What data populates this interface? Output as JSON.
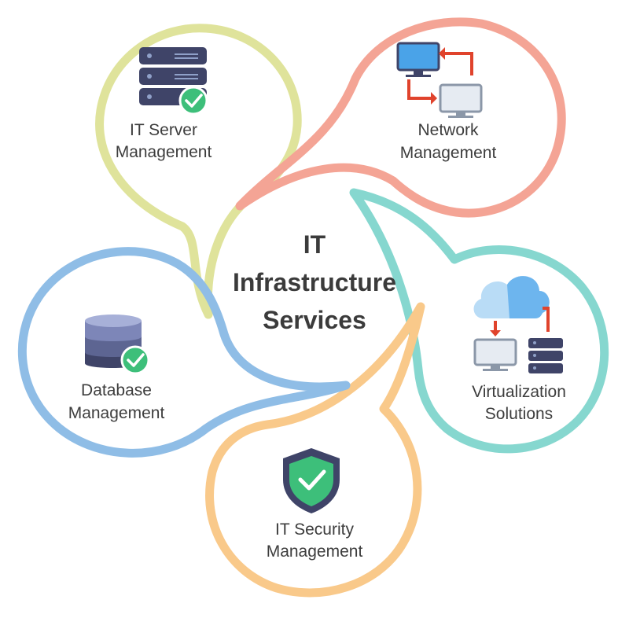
{
  "center": {
    "line1": "IT",
    "line2": "Infrastructure",
    "line3": "Services"
  },
  "nodes": {
    "server": {
      "line1": "IT Server",
      "line2": "Management",
      "color": "#dfe39b",
      "icon": "server-rack-icon"
    },
    "network": {
      "line1": "Network",
      "line2": "Management",
      "color": "#f4a495",
      "icon": "network-computers-icon"
    },
    "virtualization": {
      "line1": "Virtualization",
      "line2": "Solutions",
      "color": "#86d7cf",
      "icon": "cloud-virtualization-icon"
    },
    "security": {
      "line1": "IT Security",
      "line2": "Management",
      "color": "#f9c98a",
      "icon": "shield-check-icon"
    },
    "database": {
      "line1": "Database",
      "line2": "Management",
      "color": "#8fbde6",
      "icon": "database-icon"
    }
  },
  "colors": {
    "icon_dark": "#3f4468",
    "icon_blue": "#4aa3e8",
    "icon_grey": "#8b97a8",
    "arrow_red": "#e0432c",
    "check_green": "#3dbf7a"
  }
}
